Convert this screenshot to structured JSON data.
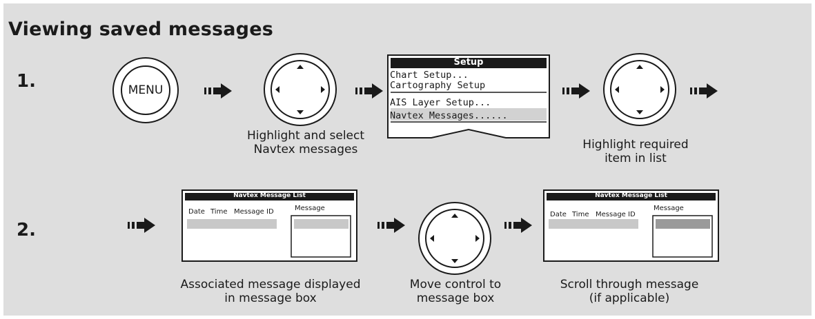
{
  "title": "Viewing saved messages",
  "steps": [
    "1.",
    "2."
  ],
  "menu_button_label": "MENU",
  "setup_menu": {
    "header": "Setup",
    "items": [
      "Chart Setup...",
      "Cartography Setup",
      "AIS Layer Setup...",
      "Navtex Messages......"
    ],
    "highlighted": "Navtex Messages......"
  },
  "message_list_screen": {
    "title": "Navtex Message List",
    "columns": [
      "Date",
      "Time",
      "Message ID"
    ],
    "message_label": "Message"
  },
  "captions": {
    "select_navtex": [
      "Highlight and select",
      "Navtex messages"
    ],
    "highlight_item": [
      "Highlight required",
      "item in list"
    ],
    "associated_message": [
      "Associated message displayed",
      "in message box"
    ],
    "move_control": [
      "Move control to",
      "message box"
    ],
    "scroll_message": [
      "Scroll through message",
      "(if applicable)"
    ]
  },
  "icons": [
    "menu-button-icon",
    "rotary-controller-icon",
    "arrow-right-icon"
  ],
  "colors": {
    "background_panel": "#dedede",
    "screen_header": "#1a1a1a",
    "highlight": "#c8c8c8"
  }
}
